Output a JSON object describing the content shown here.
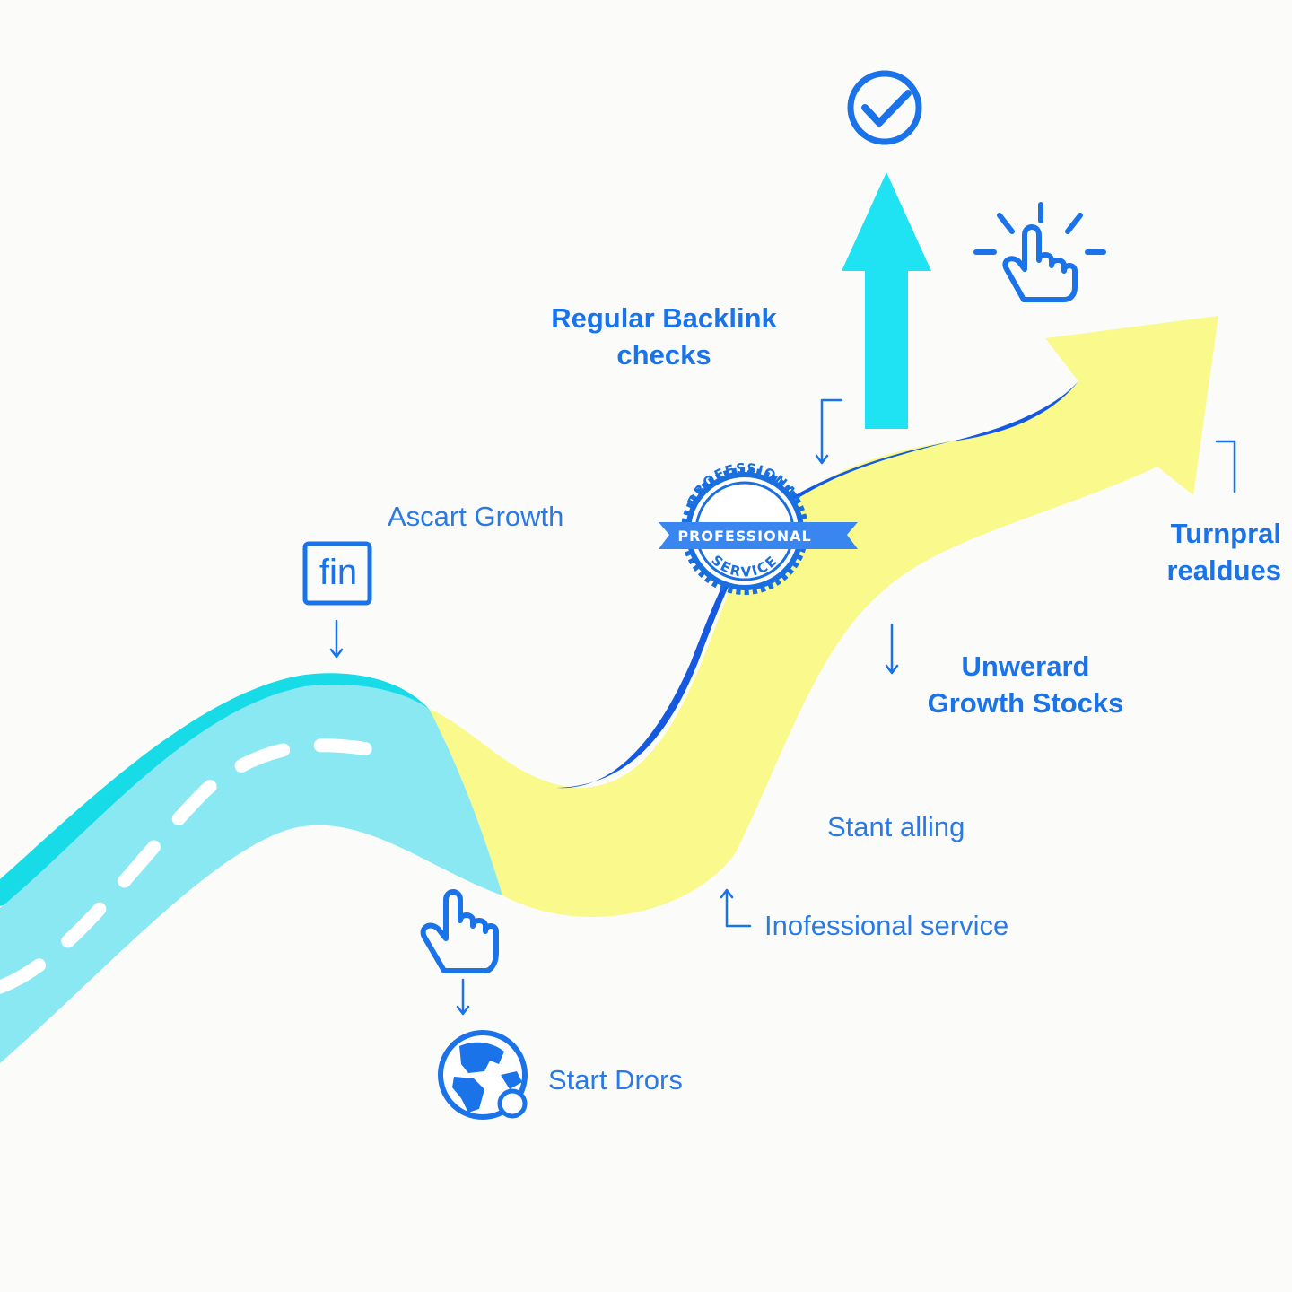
{
  "labels": {
    "regular_backlink_line1": "Regular Backlink",
    "regular_backlink_line2": "checks",
    "ascart_growth": "Ascart Growth",
    "turnpral_line1": "Turnpral",
    "turnpral_line2": "realdues",
    "unwerard_line1": "Unwerard",
    "unwerard_line2": "Growth Stocks",
    "stant_alling": "Stant alling",
    "inofessional_service": "Inofessional service",
    "start_drors": "Start Drors",
    "fin_icon_text": "fin"
  },
  "badge": {
    "ribbon_text": "PROFESSIONAL",
    "top_arc_text": "PROFESSIONAL",
    "bottom_arc_text": "SERVICE"
  },
  "colors": {
    "road_cyan": "#8ae8f3",
    "road_cyan_edge": "#18dbe8",
    "road_yellow": "#f9f98c",
    "arrow_cyan": "#1fe3f2",
    "accent_blue": "#1a73e8",
    "dark_blue": "#1459e0",
    "background": "#fbfcfa"
  },
  "icons": [
    "check-circle-icon",
    "up-arrow-icon",
    "pointing-hand-click-icon",
    "fin-logo-icon",
    "pointing-hand-icon",
    "globe-icon",
    "professional-service-badge"
  ]
}
